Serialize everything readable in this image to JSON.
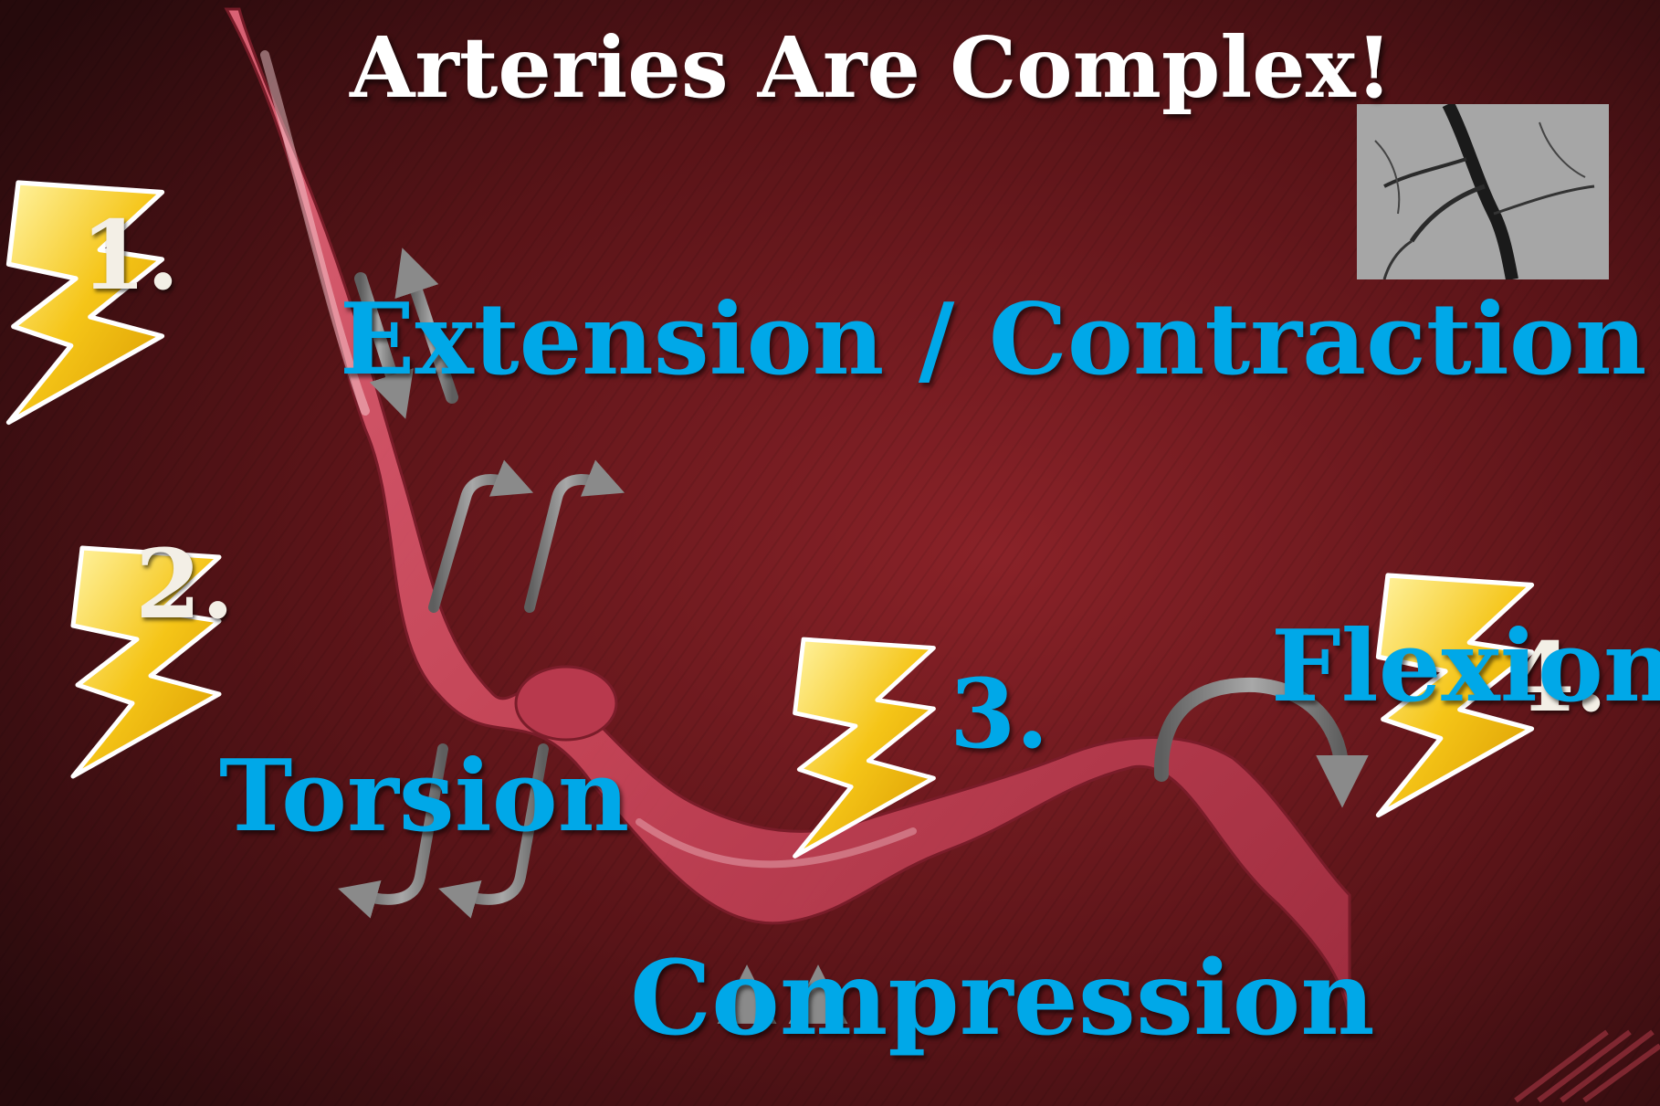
{
  "slide": {
    "title_line1": "Arteries Are Complex!",
    "colors": {
      "background": "#5a1418",
      "title": "#ffffff",
      "force_label": "#00a8e8",
      "number_label": "#f3efe6",
      "lightning": "#f5c518",
      "artery": "#c9475a",
      "arrow": "#8a8a8a"
    }
  },
  "forces": {
    "extension": {
      "number": "1.",
      "label": "Extension / Contraction"
    },
    "torsion": {
      "number": "2.",
      "label": "Torsion"
    },
    "compression": {
      "number": "3.",
      "label": "Compression"
    },
    "flexion": {
      "number": "4.",
      "label": "Flexion"
    }
  },
  "icons": {
    "lightning": "lightning-bolt-icon",
    "arrow": "gray-arrow-icon",
    "artery": "artery-illustration",
    "angiogram": "angiogram-image"
  }
}
